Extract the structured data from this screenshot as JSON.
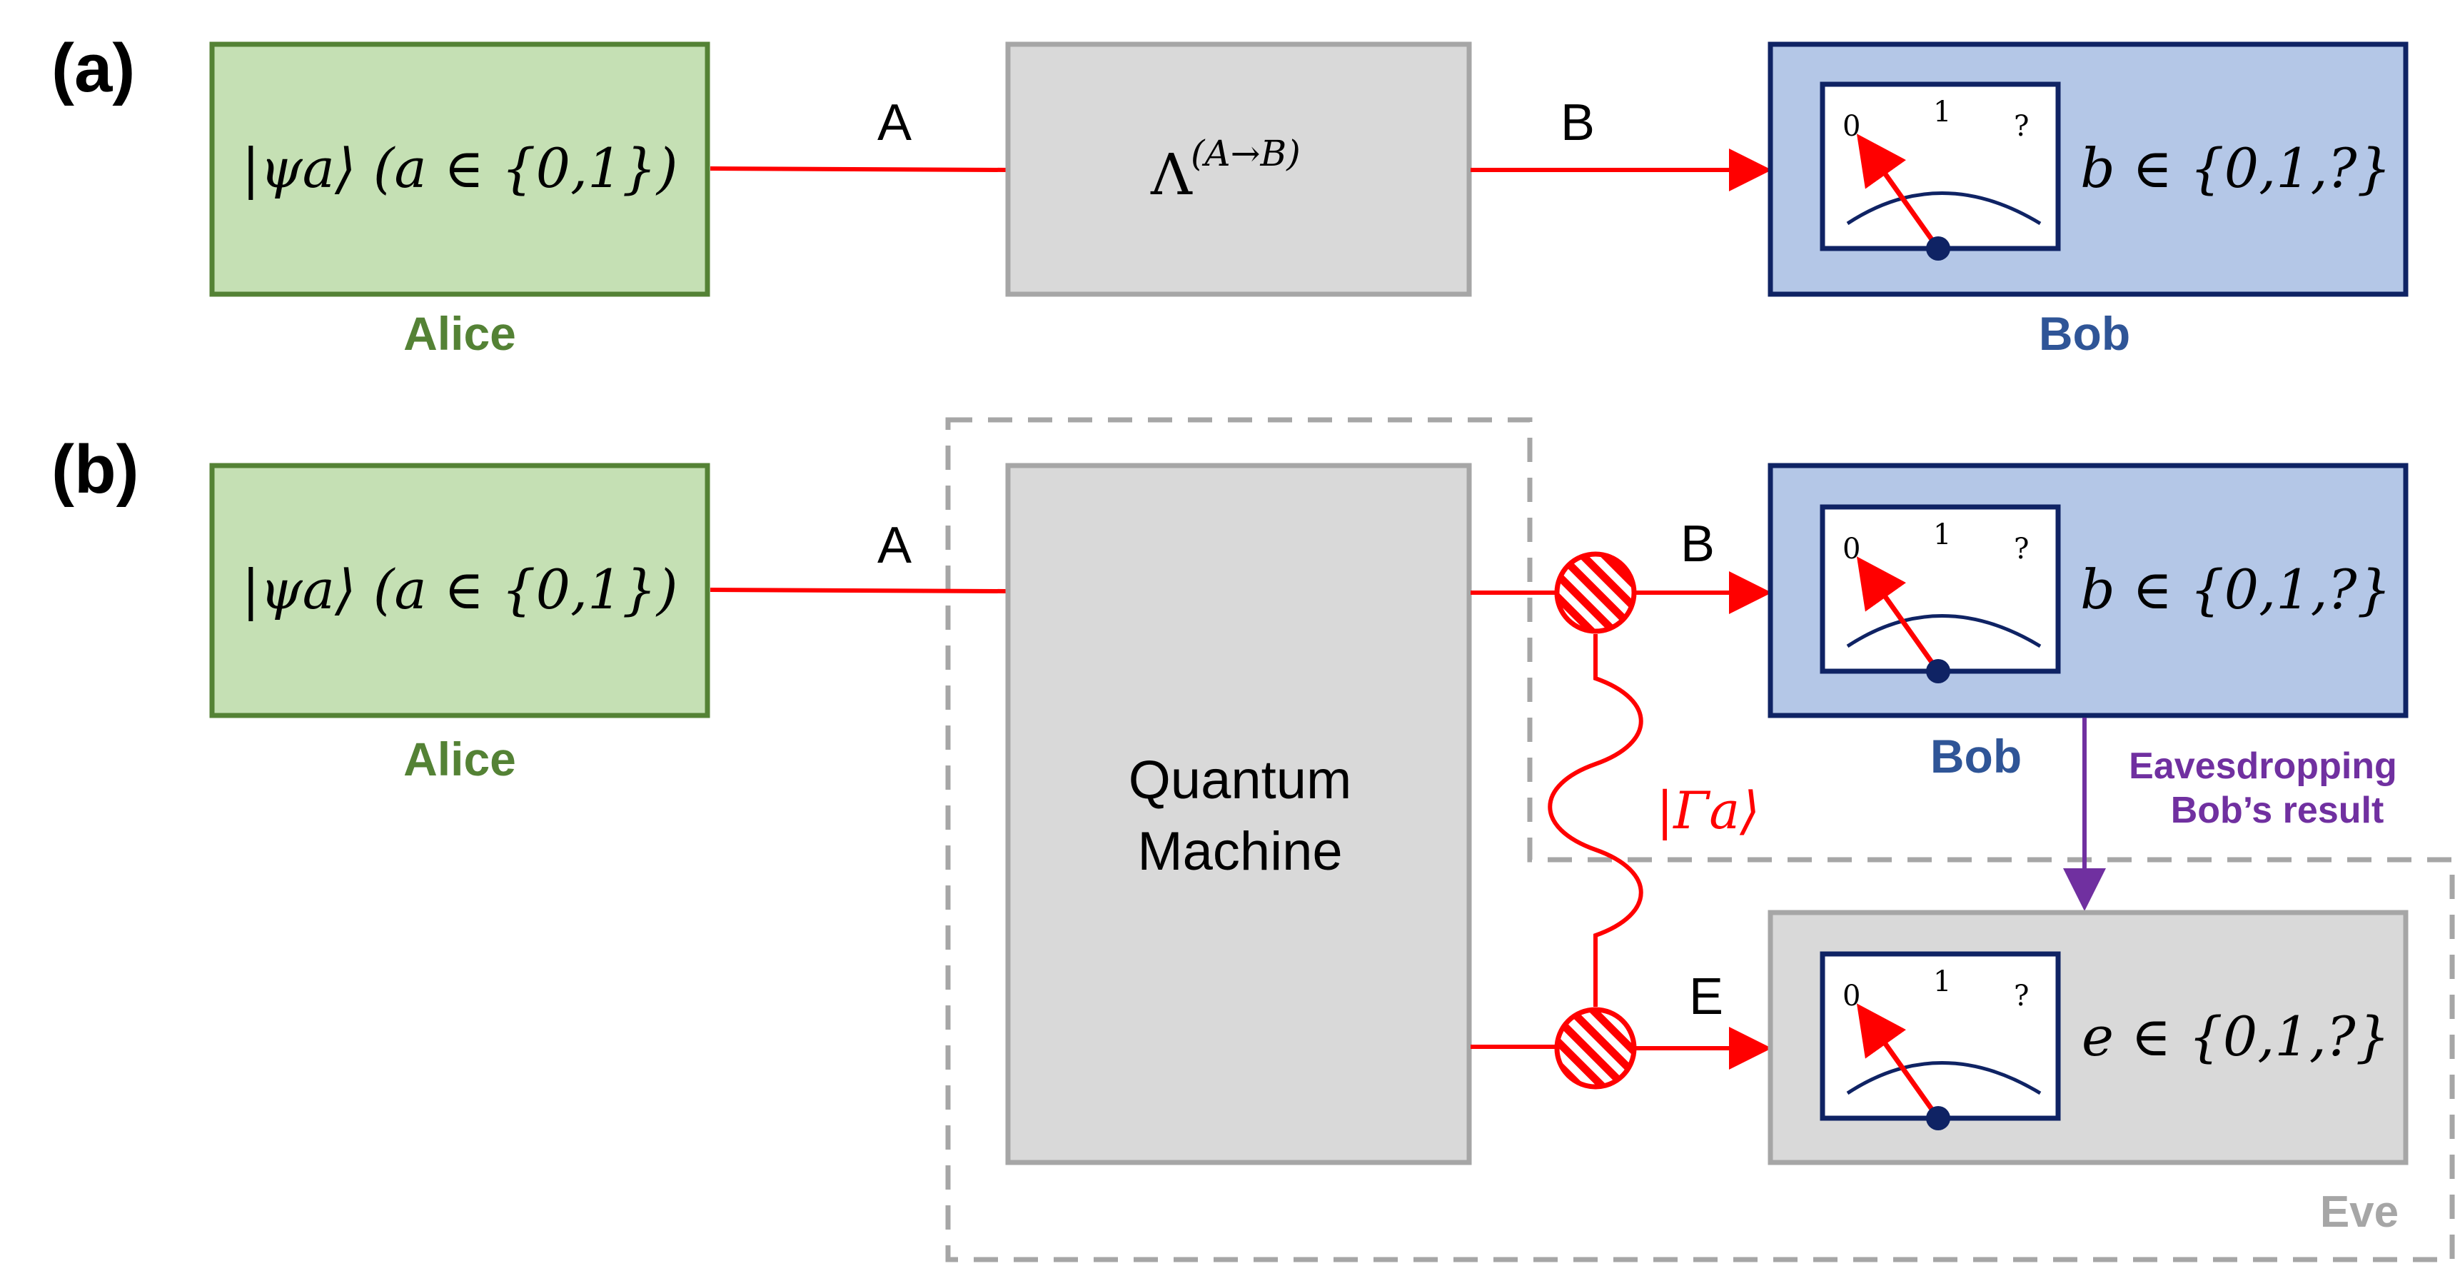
{
  "panels": {
    "a": {
      "label": "(a)",
      "alice_name": "Alice",
      "channel_symbol": "Λ",
      "channel_superscript": "(A→B)",
      "wire_in": "A",
      "wire_out": "B",
      "bob_name": "Bob",
      "bob_result": "b ∈ {0,1,?}"
    },
    "b": {
      "label": "(b)",
      "alice_name": "Alice",
      "machine_line1": "Quantum",
      "machine_line2": "Machine",
      "wire_in": "A",
      "wire_bob": "B",
      "wire_eve": "E",
      "correlation_state": "|Γa⟩",
      "bob_name": "Bob",
      "bob_result": "b ∈ {0,1,?}",
      "eve_name": "Eve",
      "eve_result": "e ∈ {0,1,?}",
      "eavesdrop_line1": "Eavesdropping",
      "eavesdrop_line2": "Bob’s result"
    }
  },
  "alice_state": "|ψa⟩ (a ∈ {0,1})",
  "meter": {
    "tick0": "0",
    "tick1": "1",
    "tick2": "?"
  },
  "colors": {
    "alice_fill": "#c5e0b4",
    "alice_border": "#548235",
    "alice_label": "#548235",
    "channel_fill": "#d9d9d9",
    "channel_border": "#a6a6a6",
    "bob_fill": "#b4c7e7",
    "bob_border": "#0f2364",
    "bob_label": "#2f5597",
    "wire": "#ff0000",
    "eve_label": "#a6a6a6",
    "eavesdrop": "#7030a0",
    "dashed": "#a6a6a6"
  }
}
